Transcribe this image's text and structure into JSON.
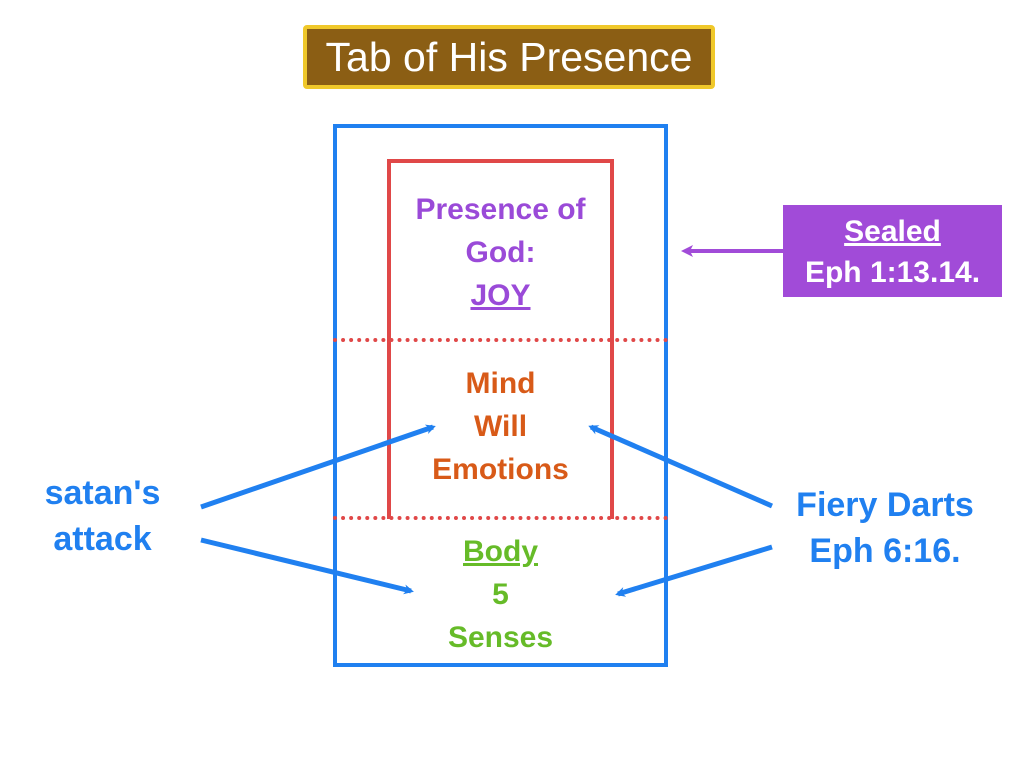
{
  "title": "Tab of His Presence",
  "spirit": {
    "line1": "Presence of",
    "line2": "God:",
    "line3": "JOY"
  },
  "soul": {
    "line1": "Mind",
    "line2": "Will",
    "line3": "Emotions"
  },
  "body": {
    "line1": "Body",
    "line2": "5",
    "line3": "Senses"
  },
  "sealed": {
    "heading": "Sealed",
    "reference": "Eph 1:13.14."
  },
  "attack": {
    "line1": "satan's",
    "line2": "attack"
  },
  "darts": {
    "line1": "Fiery Darts",
    "line2": "Eph 6:16."
  },
  "colors": {
    "title_bg": "#8b5e14",
    "title_border": "#f0c82a",
    "outer_box": "#2080f0",
    "inner_box": "#e04848",
    "spirit_text": "#9a4ad8",
    "soul_text": "#d85a18",
    "body_text": "#66bb28",
    "sealed_bg": "#a14bd8",
    "attack_text": "#2080f0"
  }
}
